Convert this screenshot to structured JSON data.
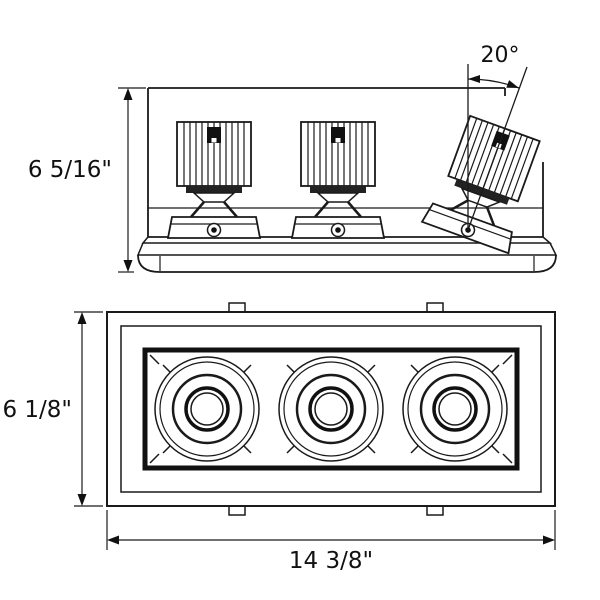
{
  "page": {
    "background": "#ffffff"
  },
  "drawing": {
    "type": "technical-dimension-drawing",
    "subject": "triple-head recessed multiple downlight fixture, side elevation and front view",
    "views": {
      "side": {
        "name": "side-elevation"
      },
      "front": {
        "name": "front-plan"
      }
    },
    "dimensions": {
      "overall_height": "6 5/16\"",
      "tilt_angle": "20°",
      "trim_height": "6 1/8\"",
      "trim_width": "14 3/8\""
    },
    "colors": {
      "line": "#1a1a1a",
      "fill": "#ffffff"
    }
  }
}
